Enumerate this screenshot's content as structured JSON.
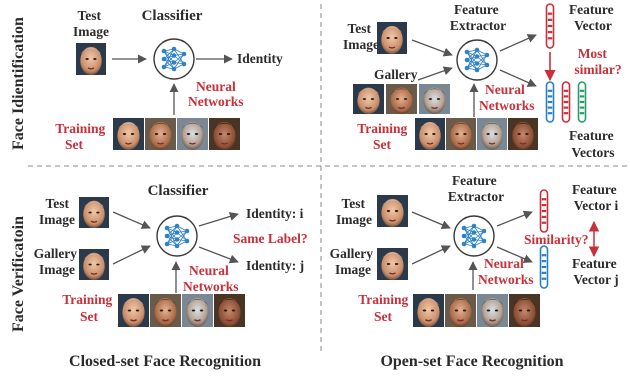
{
  "row_labels": {
    "top": "Face Idientification",
    "bottom": "Face Verificatoin"
  },
  "footer": {
    "left": "Closed-set Face Recognition",
    "right": "Open-set Face Recognition"
  },
  "q1": {
    "test_label": [
      "Test",
      "Image"
    ],
    "classifier": "Classifier",
    "identity": "Identity",
    "neural": [
      "Neural",
      "Networks"
    ],
    "training": [
      "Training",
      "Set"
    ]
  },
  "q2": {
    "test_label": [
      "Test",
      "Image"
    ],
    "extractor": [
      "Feature",
      "Extractor"
    ],
    "gallery": "Gallery",
    "feature_vector_top": [
      "Feature",
      "Vector"
    ],
    "most_similar": [
      "Most",
      "similar?"
    ],
    "neural": [
      "Neural",
      "Networks"
    ],
    "training": [
      "Training",
      "Set"
    ],
    "feature_vectors_bottom": [
      "Feature",
      "Vectors"
    ]
  },
  "q3": {
    "test_label": [
      "Test",
      "Image"
    ],
    "gallery_label": [
      "Gallery",
      "Image"
    ],
    "classifier": "Classifier",
    "identity_i": "Identity: i",
    "identity_j": "Identity: j",
    "same_label": "Same Label?",
    "neural": [
      "Neural",
      "Networks"
    ],
    "training": [
      "Training",
      "Set"
    ]
  },
  "q4": {
    "test_label": [
      "Test",
      "Image"
    ],
    "gallery_label": [
      "Gallery",
      "Image"
    ],
    "extractor": [
      "Feature",
      "Extractor"
    ],
    "vector_i": [
      "Feature",
      "Vector i"
    ],
    "vector_j": [
      "Feature",
      "Vector j"
    ],
    "similarity": "Similarity?",
    "neural": [
      "Neural",
      "Networks"
    ],
    "training": [
      "Training",
      "Set"
    ]
  },
  "colors": {
    "accent_red": "#c8303a",
    "blue": "#2a7fc9",
    "green": "#23a06a",
    "text": "#2b2b2b"
  }
}
